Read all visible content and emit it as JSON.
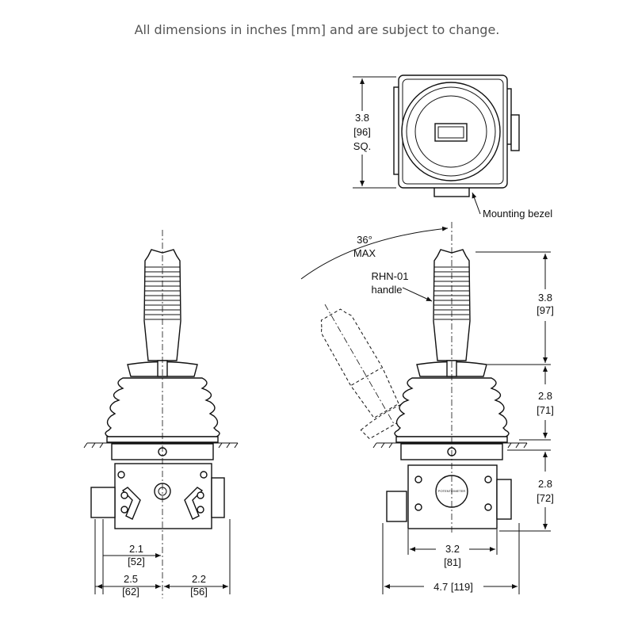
{
  "title": "All dimensions in inches [mm] and are subject to change.",
  "top_view": {
    "dim_in": "3.8",
    "dim_mm": "[96]",
    "dim_note": "SQ.",
    "bezel_label": "Mounting bezel"
  },
  "side_view": {
    "dim_a_in": "2.1",
    "dim_a_mm": "[52]",
    "dim_b_in": "2.5",
    "dim_b_mm": "[62]",
    "dim_c_in": "2.2",
    "dim_c_mm": "[56]"
  },
  "front_view": {
    "angle": "36°",
    "angle_note": "MAX",
    "handle_model": "RHN-01",
    "handle_word": "handle",
    "handle_h_in": "3.8",
    "handle_h_mm": "[97]",
    "boot_h_in": "2.8",
    "boot_h_mm": "[71]",
    "body_h_in": "2.8",
    "body_h_mm": "[72]",
    "body_w_in": "3.2",
    "body_w_mm": "[81]",
    "overall_w": "4.7  [119]",
    "pot_label": "POTENTIOMETER"
  }
}
